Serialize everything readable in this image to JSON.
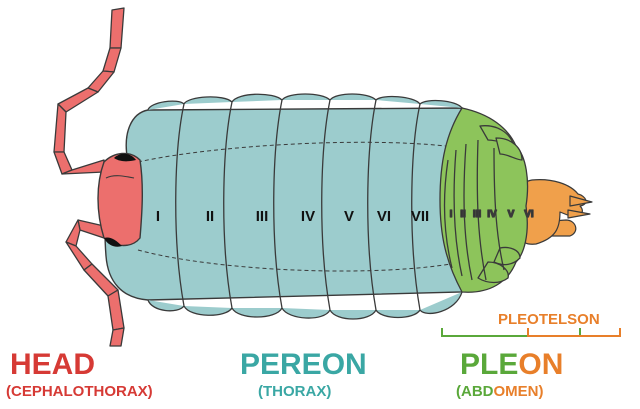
{
  "labels": {
    "head": "HEAD",
    "head_sub": "(CEPHALOTHORAX)",
    "pereon": "PEREON",
    "pereon_sub": "(THORAX)",
    "pleon_pl": "PLE",
    "pleon_on": "ON",
    "pleon_sub_a": "(ABD",
    "pleon_sub_b": "OMEN)",
    "pleotelson": "PLEOTELSON"
  },
  "pereon_segments": [
    "I",
    "II",
    "III",
    "IV",
    "V",
    "VI",
    "VII"
  ],
  "pleon_segments": [
    "I",
    "II",
    "III",
    "IV",
    "V",
    "VI"
  ],
  "colors": {
    "head": "#ec6f6d",
    "pereon": "#9ccccd",
    "pleon": "#8dc45b",
    "pleotelson": "#f0a04b",
    "outline": "#3a3a3a",
    "head_text": "#d63a35",
    "pereon_text": "#3aa7a4",
    "pleon_text": "#5aa83a",
    "pleotelson_text": "#e87f2a"
  }
}
